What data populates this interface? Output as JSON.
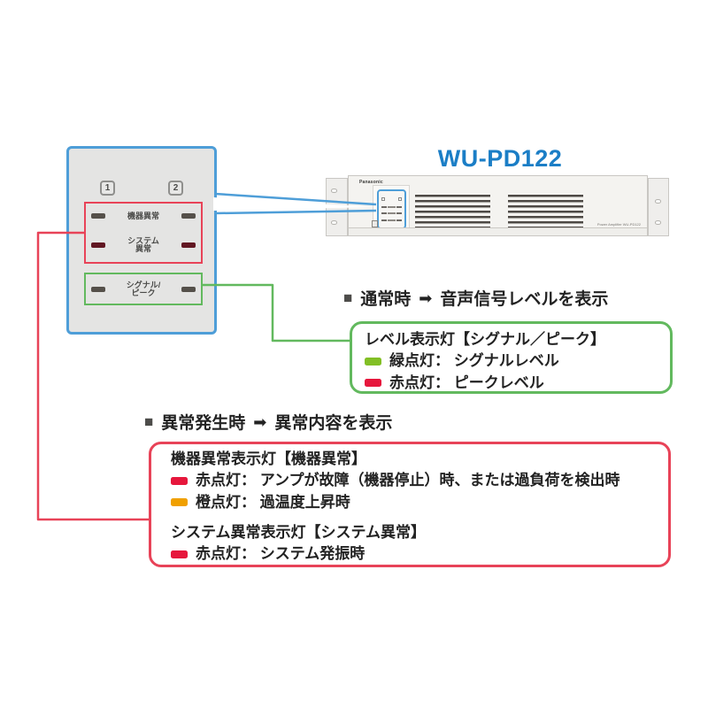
{
  "colors": {
    "blue_line": "#4e9ed8",
    "blue_title": "#1b7ec6",
    "red_line": "#e84358",
    "green_line": "#62b95e",
    "swatch_green": "#82bf25",
    "swatch_red": "#e6173c",
    "swatch_orange": "#f0a000",
    "led_gray": "#55504a",
    "led_maroon": "#611722"
  },
  "product_title": "WU-PD122",
  "panel": {
    "channel_1": "1",
    "channel_2": "2",
    "device_error_label": "機器異常",
    "system_error_line1": "システム",
    "system_error_line2": "異常",
    "signal_line1": "シグナル/",
    "signal_line2": "ピーク"
  },
  "amp": {
    "brand": "Panasonic",
    "caption": "Power Amplifier WU-PD122"
  },
  "normal_section": {
    "bullet": "■",
    "label": "通常時",
    "arrow": "➡",
    "description": "音声信号レベルを表示"
  },
  "level_box": {
    "title": "レベル表示灯【シグナル／ピーク】",
    "items": [
      {
        "swatch": "#82bf25",
        "text": "緑点灯： シグナルレベル"
      },
      {
        "swatch": "#e6173c",
        "text": "赤点灯： ピークレベル"
      }
    ]
  },
  "abnormal_section": {
    "bullet": "■",
    "label": "異常発生時",
    "arrow": "➡",
    "description": "異常内容を表示"
  },
  "error_box": {
    "device_title": "機器異常表示灯【機器異常】",
    "device_items": [
      {
        "swatch": "#e6173c",
        "text": "赤点灯： アンプが故障（機器停止）時、または過負荷を検出時"
      },
      {
        "swatch": "#f0a000",
        "text": "橙点灯： 過温度上昇時"
      }
    ],
    "system_title": "システム異常表示灯【システム異常】",
    "system_items": [
      {
        "swatch": "#e6173c",
        "text": "赤点灯： システム発振時"
      }
    ]
  }
}
